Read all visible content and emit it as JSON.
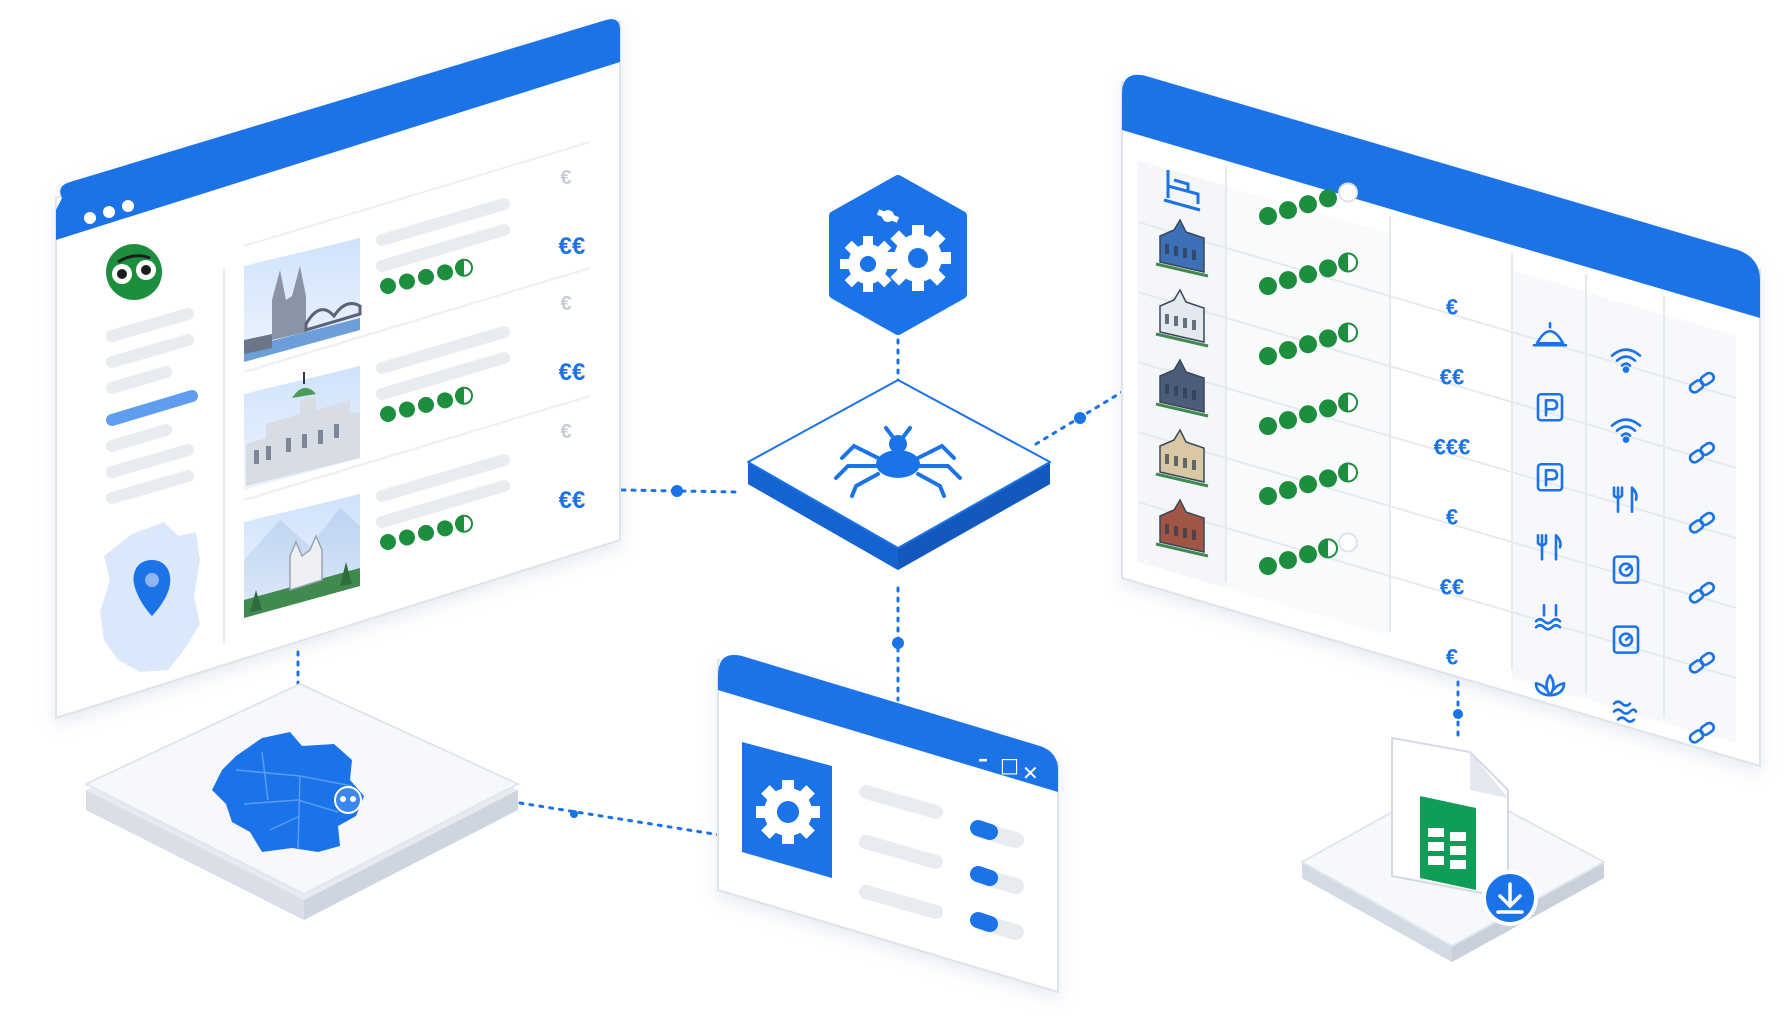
{
  "colors": {
    "primary_blue": "#1a73e8",
    "light_blue": "#dbe7fb",
    "rating_green": "#1e8e3e",
    "sheets_green": "#0f9d58",
    "panel_white": "#ffffff",
    "panel_edge": "#e3e7ee",
    "skeleton_gray": "#e8ebf0"
  },
  "left_window": {
    "logo_icon": "tripadvisor-owl-icon",
    "map_icon": "map-pin-icon",
    "listings": [
      {
        "image_icon": "cathedral-bridge-image",
        "rating": 4.5,
        "price_light": "€",
        "price": "€€"
      },
      {
        "image_icon": "palace-building-image",
        "rating": 4.5,
        "price_light": "€",
        "price": "€€"
      },
      {
        "image_icon": "castle-mountains-image",
        "rating": 4.5,
        "price_light": "€",
        "price": "€€"
      }
    ]
  },
  "center": {
    "processing_icon": "gears-icon",
    "scraper_icon": "spider-icon"
  },
  "settings_window": {
    "gear_icon": "settings-gear-icon",
    "window_controls": {
      "minimize": "–",
      "maximize": "□",
      "close": "✕"
    },
    "toggles": [
      true,
      true,
      true
    ]
  },
  "right_table": {
    "header_icon": "hotel-bed-icon",
    "rows": [
      {
        "hotel_icon": "hotel-blue-icon",
        "rating": 4.5,
        "price": "€",
        "amenities": [
          "reception-bell-icon",
          "wifi-icon",
          "link-icon"
        ]
      },
      {
        "hotel_icon": "hotel-white-icon",
        "rating": 4.5,
        "price": "€€",
        "amenities": [
          "parking-icon",
          "wifi-icon",
          "link-icon"
        ]
      },
      {
        "hotel_icon": "hotel-dark-icon",
        "rating": 4.5,
        "price": "€€€",
        "amenities": [
          "parking-icon",
          "restaurant-icon",
          "link-icon"
        ]
      },
      {
        "hotel_icon": "hotel-beige-icon",
        "rating": 4.5,
        "price": "€",
        "amenities": [
          "restaurant-icon",
          "safe-icon",
          "link-icon"
        ]
      },
      {
        "hotel_icon": "hotel-brick-icon",
        "rating": 3.5,
        "price": "€€",
        "amenities": [
          "pool-icon",
          "safe-icon",
          "link-icon"
        ]
      },
      {
        "hotel_icon": "",
        "rating": null,
        "price": "€",
        "amenities": [
          "spa-lotus-icon",
          "sauna-icon",
          "link-icon"
        ]
      }
    ],
    "top_rating": 4
  },
  "export": {
    "file_icon": "google-sheets-icon",
    "download_icon": "download-icon"
  },
  "germany_map_icon": "germany-map-icon"
}
